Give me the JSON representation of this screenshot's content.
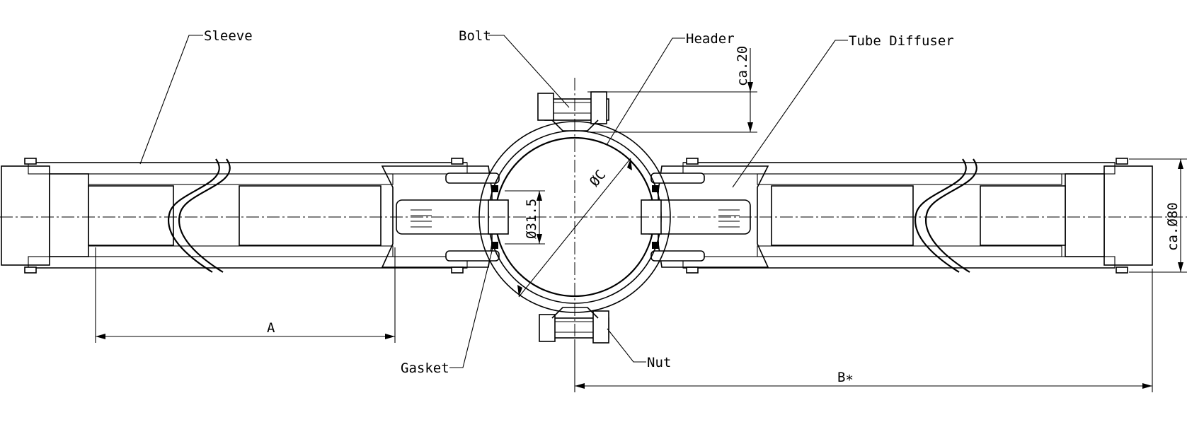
{
  "labels": {
    "sleeve": "Sleeve",
    "bolt": "Bolt",
    "header": "Header",
    "tube_diffuser": "Tube Diffuser",
    "gasket": "Gasket",
    "nut": "Nut"
  },
  "dimensions": {
    "a": "A",
    "b": "B∗",
    "bore": "Ø31.5",
    "header_diameter": "ØC",
    "outer_diameter": "ca.Ø80",
    "clamp_height": "ca.20"
  }
}
